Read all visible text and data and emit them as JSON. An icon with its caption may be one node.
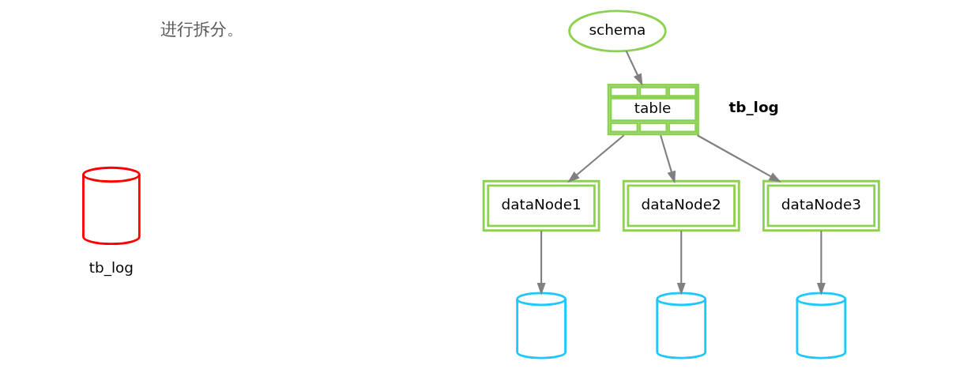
{
  "diagram": {
    "nodes": [
      {
        "text": [],
        "shape": "cylinder",
        "beside": [
          "tb_log"
        ]
      },
      {
        "text": [
          "schema"
        ]
      },
      {
        "text": [
          "table"
        ],
        "beside": [
          "tb_log"
        ]
      },
      {
        "text": [
          "dataNode1"
        ]
      },
      {
        "text": [
          "dataNode2"
        ]
      },
      {
        "text": [
          "dataNode3"
        ]
      },
      {
        "text": [],
        "shape": "cylinder"
      },
      {
        "text": [],
        "shape": "cylinder"
      },
      {
        "text": [],
        "shape": "cylinder"
      }
    ],
    "edges": [
      {
        "from": 1,
        "to": 2,
        "arrow": "to"
      },
      {
        "from": 2,
        "to": 3,
        "arrow": "to"
      },
      {
        "from": 2,
        "to": 4,
        "arrow": "to"
      },
      {
        "from": 2,
        "to": 5,
        "arrow": "to"
      },
      {
        "from": 3,
        "to": 6,
        "arrow": "to"
      },
      {
        "from": 4,
        "to": 7,
        "arrow": "to"
      },
      {
        "from": 5,
        "to": 8,
        "arrow": "to"
      }
    ],
    "labels": [
      "进行拆分。"
    ]
  }
}
